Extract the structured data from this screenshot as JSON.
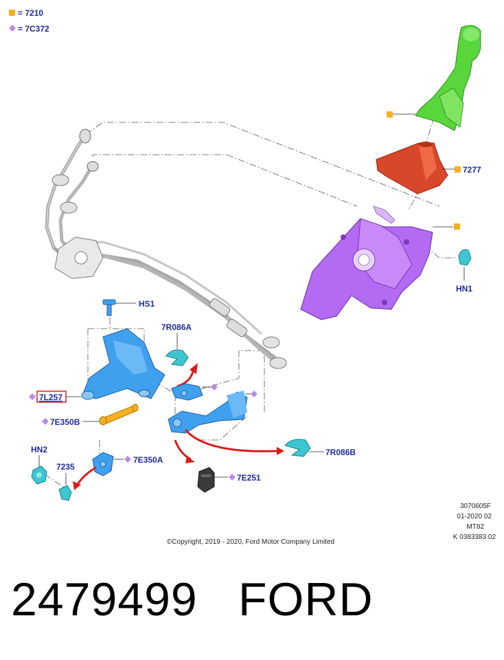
{
  "legend": [
    {
      "marker": "square",
      "color": "#f7b11e",
      "text": "= 7210"
    },
    {
      "marker": "diamond",
      "color": "#b98ae6",
      "text": "= 7C372"
    }
  ],
  "callouts": {
    "c7277": "7277",
    "hn1": "HN1",
    "hs1": "HS1",
    "r086a": "7R086A",
    "l257": "7L257",
    "e350b": "7E350B",
    "hn2": "HN2",
    "c7235": "7235",
    "e350a": "7E350A",
    "r086b": "7R086B",
    "e251": "7E251"
  },
  "meta": {
    "line1": "3070605F",
    "line2": "01-2020 02",
    "line3": "MT82",
    "line4": "K 0383383 02"
  },
  "copyright": "©Copyright, 2019 - 2020, Ford Motor Company Limited",
  "part_number": "2479499",
  "brand": "FORD",
  "colors": {
    "label": "#1f2a9e",
    "square_marker": "#f7b11e",
    "diamond_marker": "#b98ae6",
    "green_part": "#58d63b",
    "red_part": "#d8472a",
    "purple_part": "#b26bf2",
    "blue_part": "#3fa0ef",
    "teal_part": "#3dc6cf",
    "cable_gray": "#a8a8a8",
    "arrow_red": "#dd1a1a"
  }
}
